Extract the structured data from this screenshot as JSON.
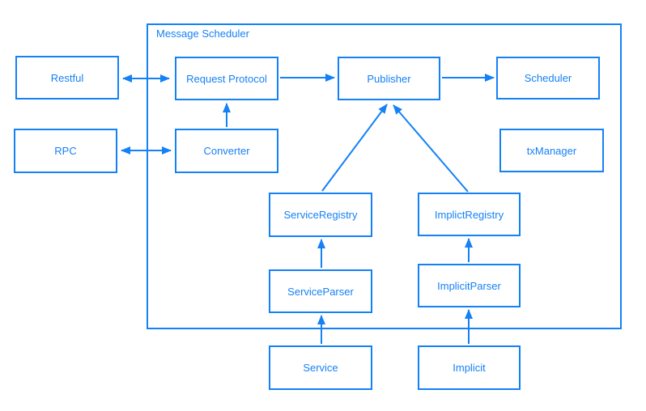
{
  "diagram": {
    "title": "Message Scheduler",
    "accent_color": "#1581F6",
    "background_color": "#ffffff",
    "nodes": {
      "restful": "Restful",
      "rpc": "RPC",
      "request_protocol": "Request Protocol",
      "converter": "Converter",
      "publisher": "Publisher",
      "scheduler": "Scheduler",
      "tx_manager": "txManager",
      "service_registry": "ServiceRegistry",
      "implict_registry": "ImplictRegistry",
      "service_parser": "ServiceParser",
      "implicit_parser": "ImplicitParser",
      "service": "Service",
      "implicit": "Implicit"
    },
    "edges": [
      {
        "from": "Restful",
        "to": "Request Protocol",
        "type": "bidirectional"
      },
      {
        "from": "RPC",
        "to": "Converter",
        "type": "bidirectional"
      },
      {
        "from": "Converter",
        "to": "Request Protocol",
        "type": "directed"
      },
      {
        "from": "Request Protocol",
        "to": "Publisher",
        "type": "directed"
      },
      {
        "from": "Publisher",
        "to": "Scheduler",
        "type": "directed"
      },
      {
        "from": "ServiceRegistry",
        "to": "Publisher",
        "type": "directed"
      },
      {
        "from": "ImplictRegistry",
        "to": "Publisher",
        "type": "directed"
      },
      {
        "from": "ServiceParser",
        "to": "ServiceRegistry",
        "type": "directed"
      },
      {
        "from": "ImplicitParser",
        "to": "ImplictRegistry",
        "type": "directed"
      },
      {
        "from": "Service",
        "to": "ServiceParser",
        "type": "directed"
      },
      {
        "from": "Implicit",
        "to": "ImplicitParser",
        "type": "directed"
      }
    ]
  }
}
